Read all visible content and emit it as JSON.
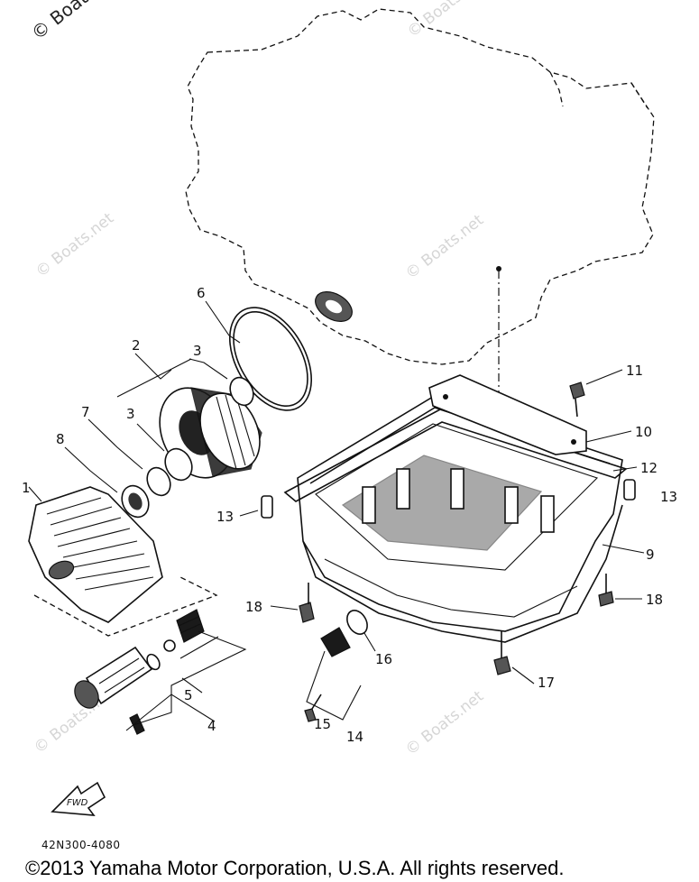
{
  "watermark_text": "© Boats.net",
  "callouts": [
    "1",
    "2",
    "3",
    "3",
    "4",
    "5",
    "6",
    "7",
    "8",
    "9",
    "10",
    "11",
    "12",
    "13",
    "13",
    "14",
    "15",
    "16",
    "17",
    "18",
    "18"
  ],
  "fwd_label": "FWD",
  "diagram_code": "42N300-4080",
  "copyright": "©2013 Yamaha Motor Corporation, U.S.A. All rights reserved."
}
